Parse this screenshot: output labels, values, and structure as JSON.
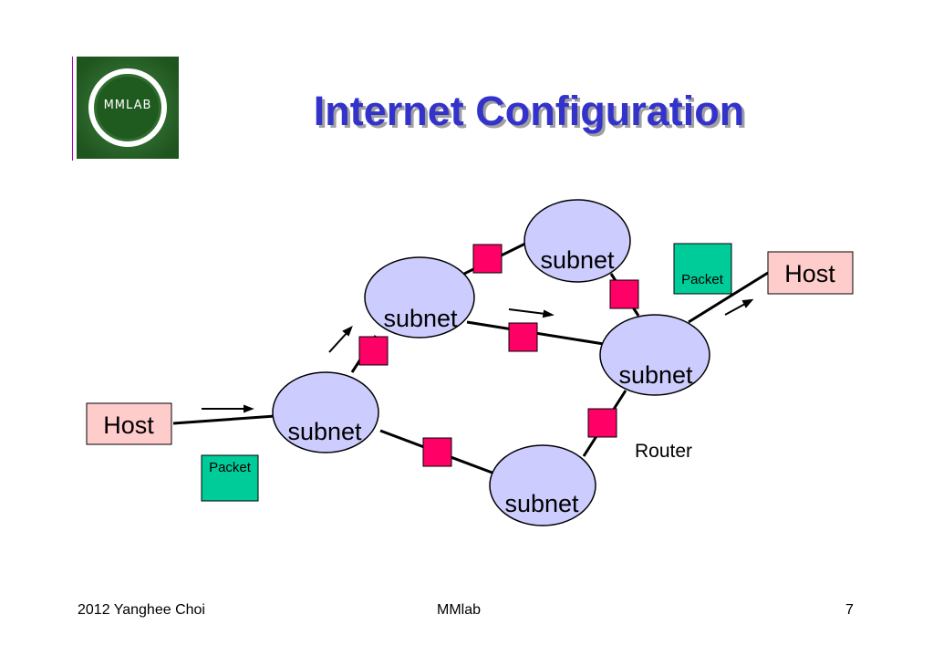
{
  "slide": {
    "title": "Internet Configuration",
    "logo_text": "MMLAB"
  },
  "diagram": {
    "subnet_label": "subnet",
    "host_left": "Host",
    "host_right": "Host",
    "packet_left": "Packet",
    "packet_right": "Packet",
    "router_label": "Router"
  },
  "colors": {
    "title": "#3333cc",
    "subnet_fill": "#ccccff",
    "router_fill": "#ff0066",
    "host_fill": "#ffcccc",
    "packet_fill": "#00cc99",
    "logo_green": "#2d6e2d"
  },
  "footer": {
    "left": "2012 Yanghee Choi",
    "center": "MMlab",
    "right": "7"
  }
}
